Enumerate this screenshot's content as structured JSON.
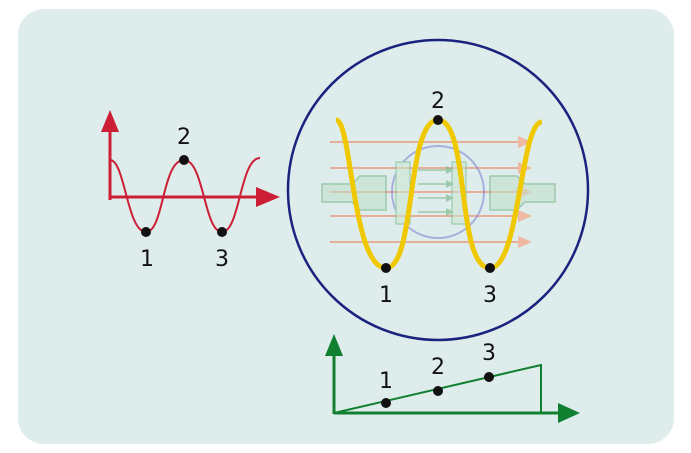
{
  "colors": {
    "panel": "#deecec",
    "red_wave": "#cc1f36",
    "yellow_wave": "#f0c800",
    "circle_stroke": "#1a237e",
    "green_ramp": "#108030",
    "point": "#111111"
  },
  "left_wave": {
    "labels": [
      "1",
      "2",
      "3"
    ]
  },
  "circle_wave": {
    "labels": [
      "1",
      "2",
      "3"
    ]
  },
  "ramp": {
    "labels": [
      "1",
      "2",
      "3"
    ]
  }
}
